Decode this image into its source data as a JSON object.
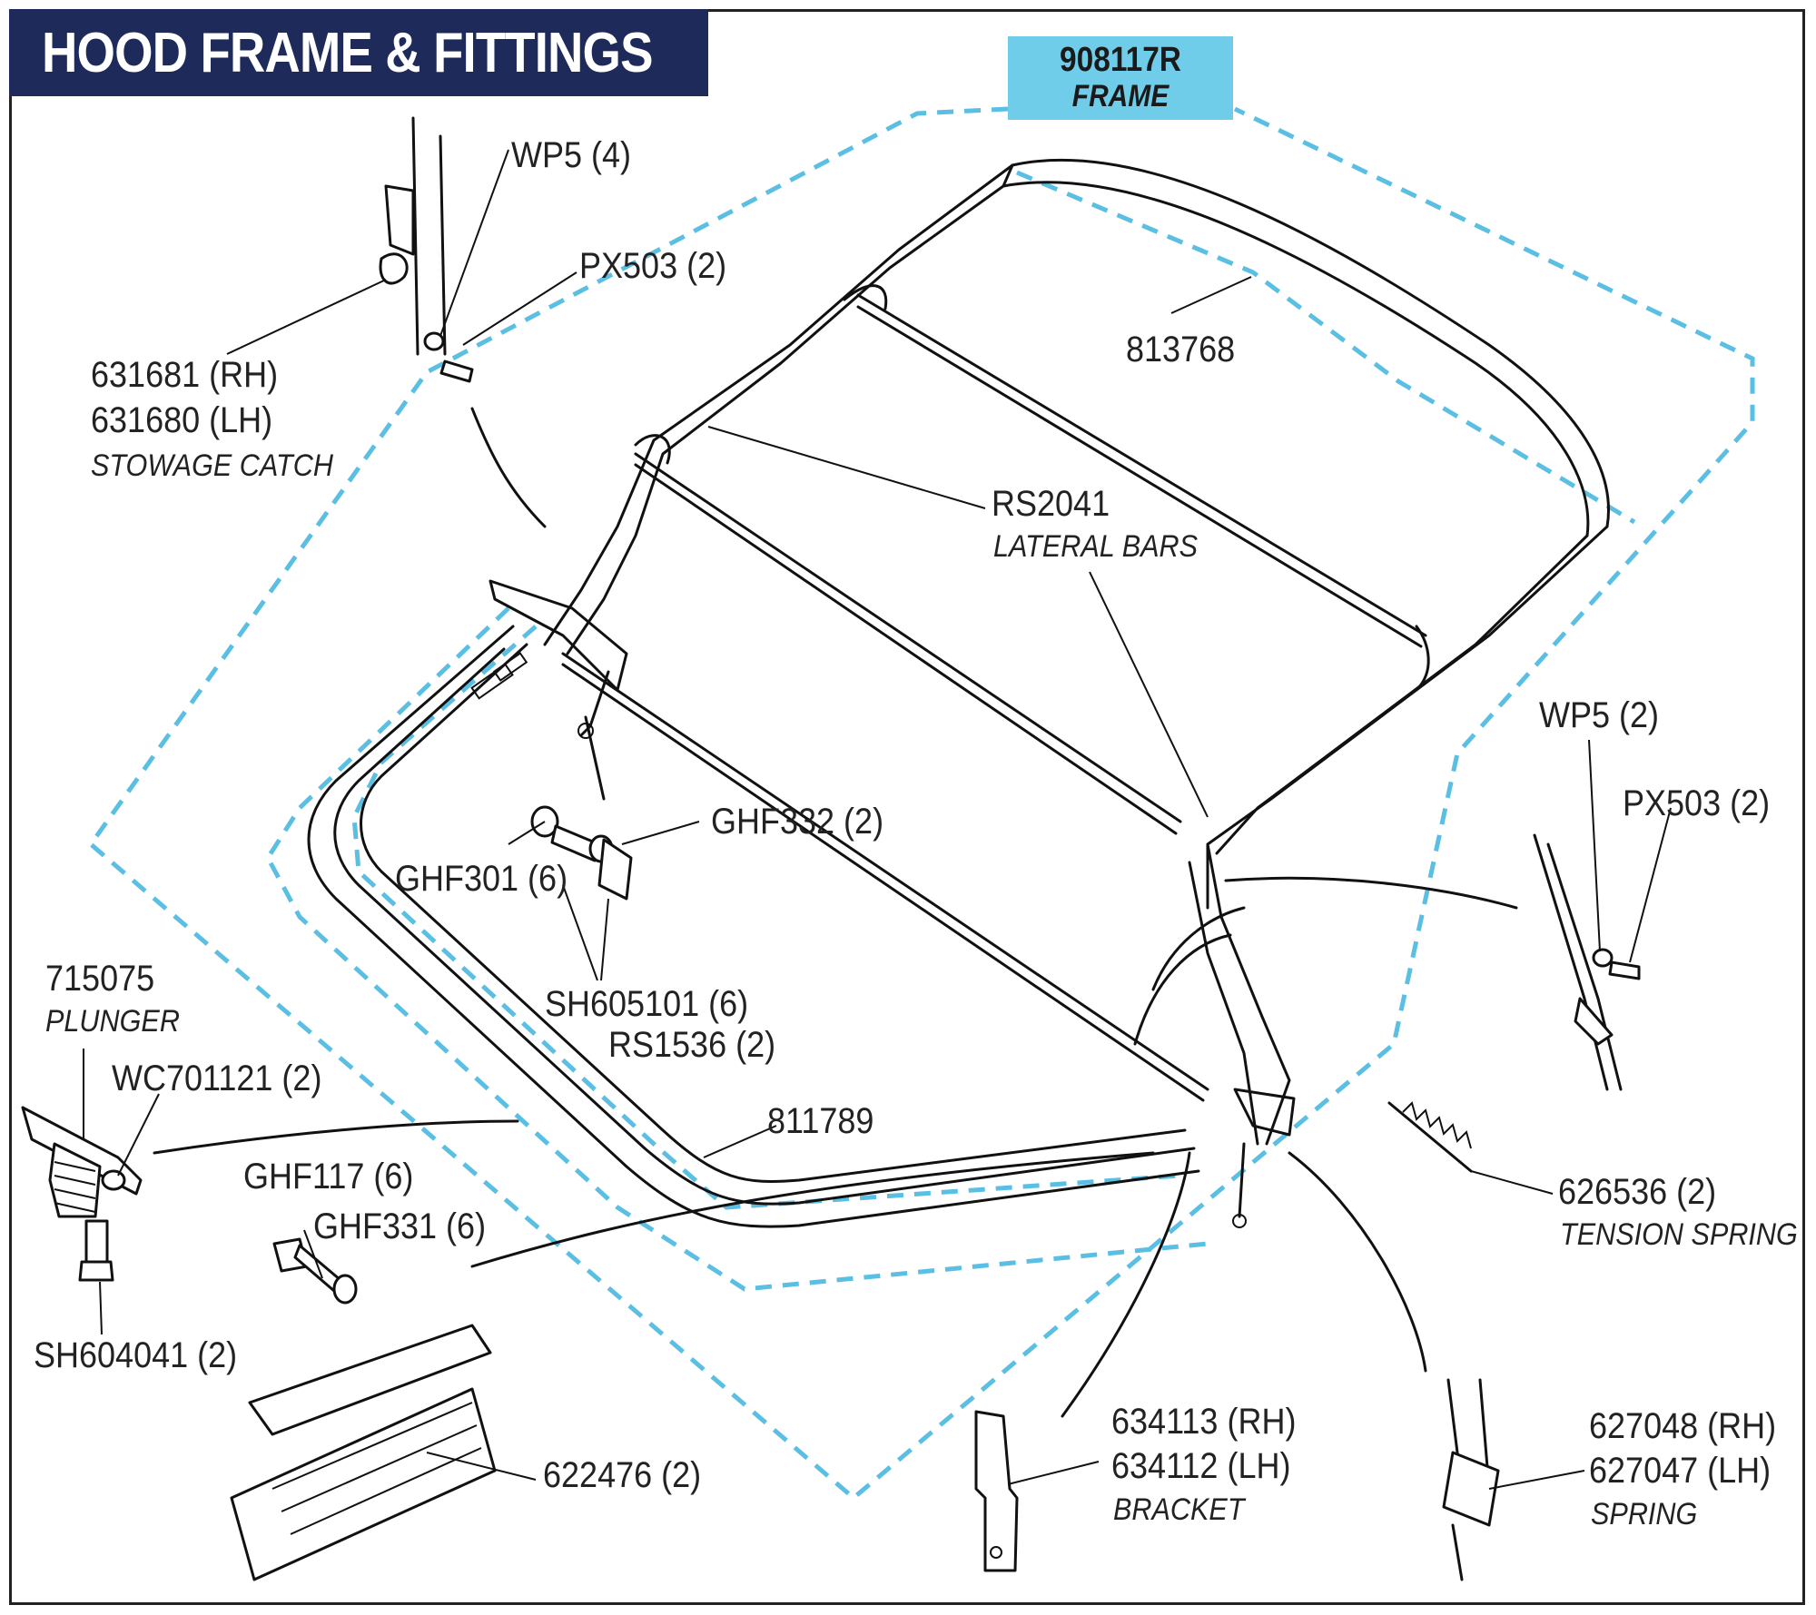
{
  "title": "HOOD FRAME & FITTINGS",
  "frame_assembly": {
    "part_no": "908117R",
    "name": "FRAME"
  },
  "labels": {
    "wp5_top": "WP5 (4)",
    "px503_top": "PX503 (2)",
    "catch_rh": "631681 (RH)",
    "catch_lh": "631680 (LH)",
    "catch_name": "STOWAGE CATCH",
    "rear_bow": "813768",
    "rs2041": "RS2041",
    "lateral_bars": "LATERAL BARS",
    "wp5_right": "WP5 (2)",
    "px503_right": "PX503 (2)",
    "ghf332": "GHF332 (2)",
    "ghf301": "GHF301 (6)",
    "sh605101": "SH605101 (6)",
    "rs1536": "RS1536 (2)",
    "plunger_no": "715075",
    "plunger_name": "PLUNGER",
    "wc701121": "WC701121 (2)",
    "front_rail": "811789",
    "ghf117": "GHF117 (6)",
    "ghf331": "GHF331 (6)",
    "sh604041": "SH604041 (2)",
    "spring_626536": "626536 (2)",
    "tension_spring": "TENSION SPRING",
    "bracket_rh": "634113 (RH)",
    "bracket_lh": "634112 (LH)",
    "bracket_name": "BRACKET",
    "spring_rh": "627048 (RH)",
    "spring_lh": "627047 (LH)",
    "spring_name": "SPRING",
    "rail_622476": "622476 (2)"
  },
  "colors": {
    "title_bg": "#1e2a5a",
    "title_text": "#ffffff",
    "frame_box_bg": "#70cdea",
    "dashed_outline": "#5bbfe3",
    "ink": "#111111"
  }
}
